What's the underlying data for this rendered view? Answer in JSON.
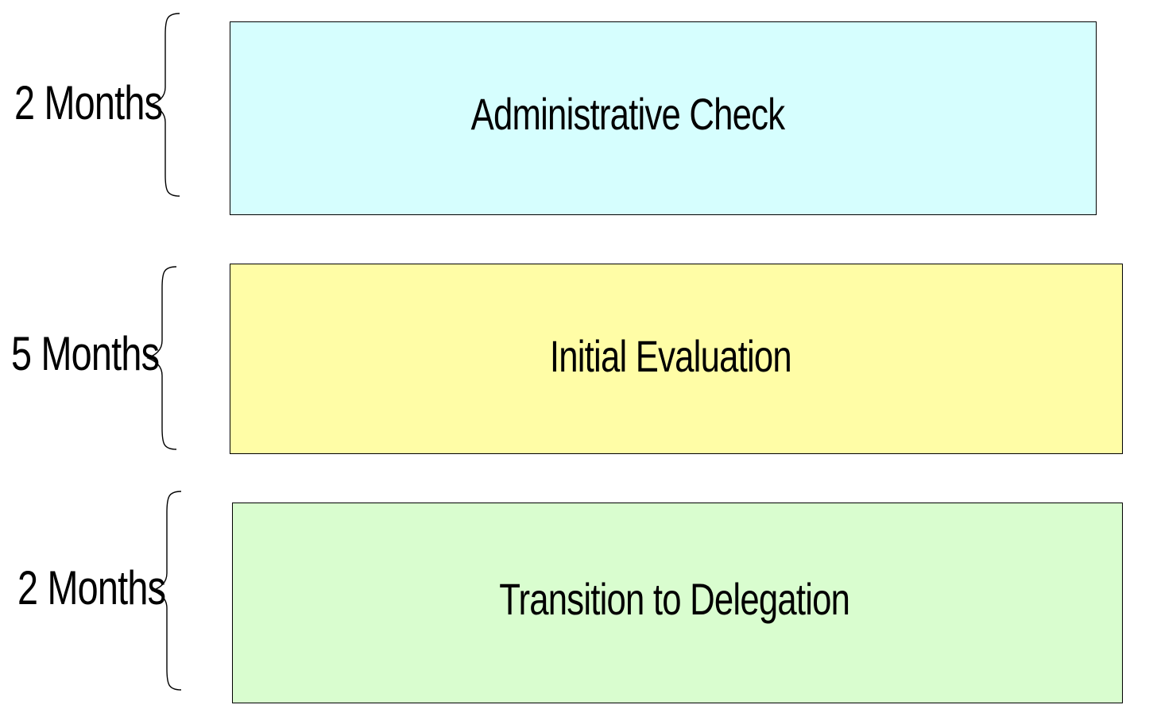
{
  "phases": [
    {
      "duration": "2 Months",
      "label": "Administrative Check",
      "color": "#d6fefe"
    },
    {
      "duration": "5 Months",
      "label": "Initial Evaluation",
      "color": "#fffda6"
    },
    {
      "duration": "2 Months",
      "label": "Transition to Delegation",
      "color": "#d9fdcf"
    }
  ]
}
